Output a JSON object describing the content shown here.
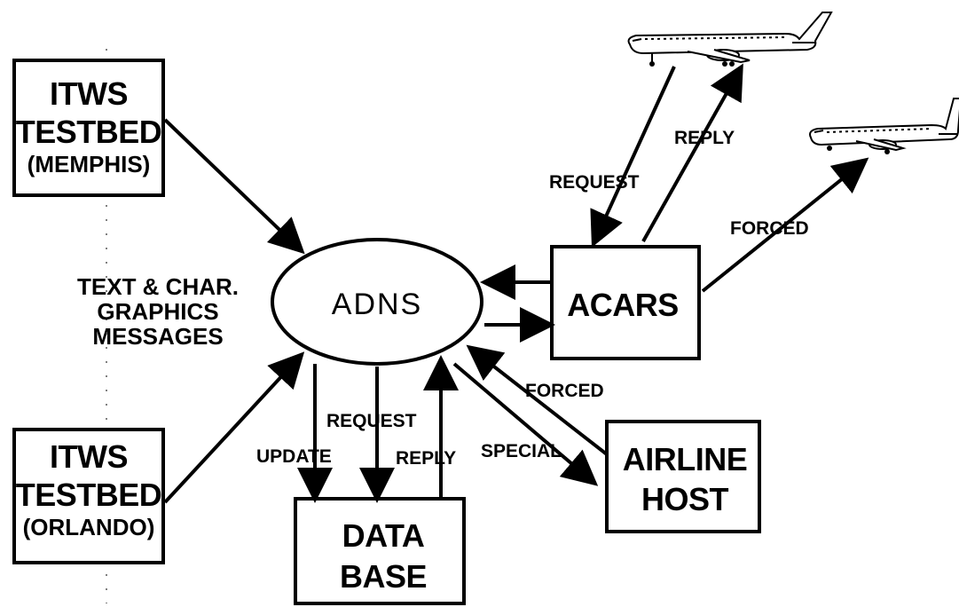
{
  "nodes": {
    "memphis": {
      "line1": "ITWS",
      "line2": "TESTBED",
      "line3": "(MEMPHIS)"
    },
    "orlando": {
      "line1": "ITWS",
      "line2": "TESTBED",
      "line3": "(ORLANDO)"
    },
    "adns": {
      "label": "ADNS"
    },
    "acars": {
      "label": "ACARS"
    },
    "database": {
      "line1": "DATA",
      "line2": "BASE"
    },
    "airline_host": {
      "line1": "AIRLINE",
      "line2": "HOST"
    }
  },
  "side_note": {
    "line1": "TEXT & CHAR.",
    "line2": "GRAPHICS",
    "line3": "MESSAGES"
  },
  "edge_labels": {
    "request_top": "REQUEST",
    "reply_top": "REPLY",
    "forced_top": "FORCED",
    "forced_host": "FORCED",
    "special": "SPECIAL",
    "update": "UPDATE",
    "request_db": "REQUEST",
    "reply_db": "REPLY"
  }
}
